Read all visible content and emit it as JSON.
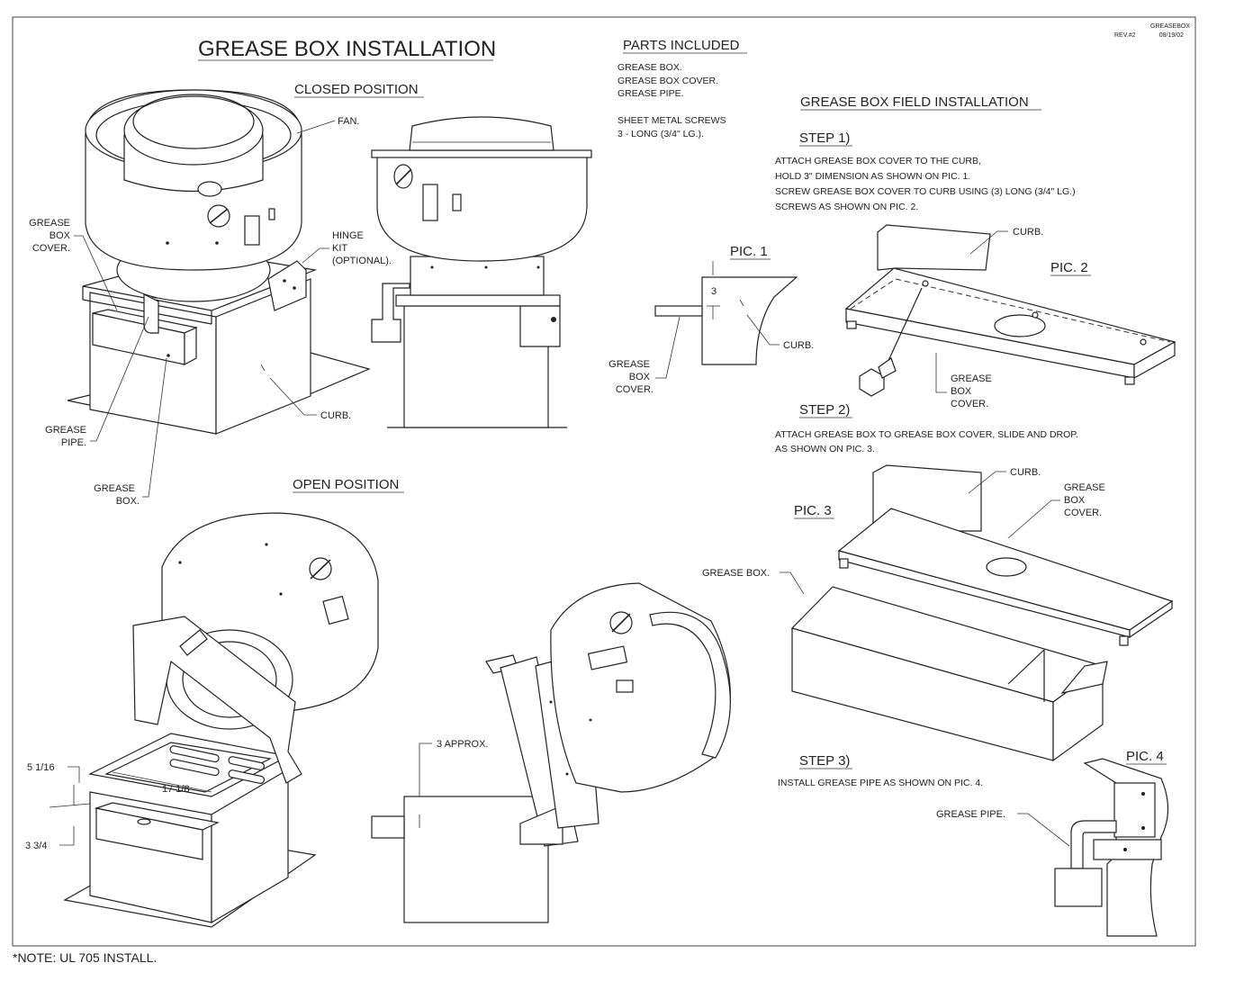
{
  "drawing": {
    "title": "GREASE BOX INSTALLATION",
    "tag": "GREASEBOX",
    "rev": "REV.#2",
    "date": "08/19/02",
    "note": "*NOTE: UL 705 INSTALL."
  },
  "sections": {
    "closed_position": "CLOSED POSITION",
    "open_position": "OPEN POSITION",
    "parts_included": "PARTS INCLUDED",
    "field_installation": "GREASE BOX FIELD INSTALLATION"
  },
  "parts": [
    "GREASE BOX.",
    "GREASE BOX COVER.",
    "GREASE PIPE.",
    "",
    "SHEET METAL SCREWS",
    "3 - LONG (3/4\" LG.)."
  ],
  "steps": [
    {
      "title": "STEP 1)",
      "lines": [
        "ATTACH GREASE BOX COVER TO THE CURB,",
        "HOLD 3\" DIMENSION AS SHOWN ON PIC. 1.",
        "SCREW GREASE BOX COVER TO CURB USING (3) LONG (3/4\" LG.)",
        "SCREWS AS SHOWN ON PIC. 2."
      ]
    },
    {
      "title": "STEP 2)",
      "lines": [
        "ATTACH GREASE BOX TO GREASE BOX COVER, SLIDE AND DROP.",
        "AS SHOWN ON PIC. 3."
      ]
    },
    {
      "title": "STEP 3)",
      "lines": [
        "INSTALL GREASE PIPE AS SHOWN ON PIC. 4."
      ]
    }
  ],
  "pics": [
    "PIC. 1",
    "PIC. 2",
    "PIC. 3",
    "PIC. 4"
  ],
  "labels": {
    "fan": "FAN.",
    "grease_box_cover_1": "GREASE",
    "grease_box_cover_2": "BOX",
    "grease_box_cover_3": "COVER.",
    "hinge_1": "HINGE",
    "hinge_2": "KIT",
    "hinge_3": "(OPTIONAL).",
    "curb": "CURB.",
    "grease": "GREASE",
    "pipe": "PIPE.",
    "box": "BOX.",
    "box_nodot": "BOX",
    "grease_box": "GREASE BOX.",
    "grease_pipe": "GREASE PIPE.",
    "dim_3": "3",
    "dim_5_1_16": "5 1/16",
    "dim_17_1_8": "17 1/8",
    "dim_3_3_4": "3 3/4",
    "dim_3_approx": "3 APPROX."
  }
}
